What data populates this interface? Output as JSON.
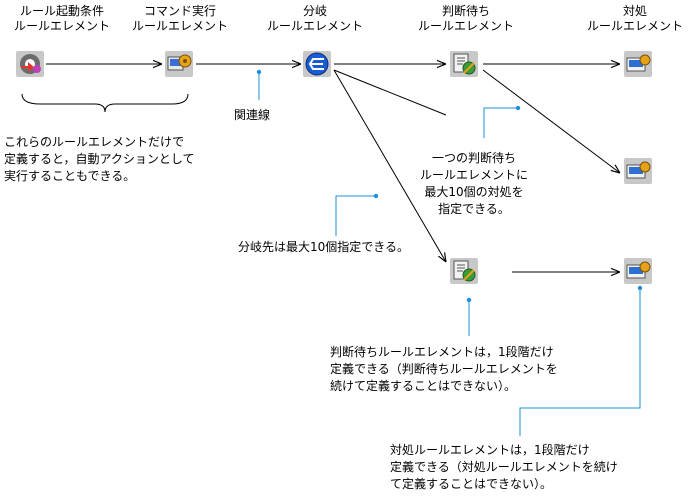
{
  "headers": {
    "start_condition": [
      "ルール起動条件",
      "ルールエレメント"
    ],
    "command": [
      "コマンド実行",
      "ルールエレメント"
    ],
    "branch": [
      "分岐",
      "ルールエレメント"
    ],
    "wait": [
      "判断待ち",
      "ルールエレメント"
    ],
    "action": [
      "対処",
      "ルールエレメント"
    ]
  },
  "labels": {
    "related_line": "関連線",
    "branch_note": "分岐先は最大10個指定できる。"
  },
  "notes": {
    "auto_action": [
      "これらのルールエレメントだけで",
      "定義すると，自動アクションとして",
      "実行することもできる。"
    ],
    "wait_max": [
      "一つの判断待ち",
      "ルールエレメントに",
      "最大10個の対処を",
      "指定できる。"
    ],
    "wait_one_level": [
      "判断待ちルールエレメントは，1段階だけ",
      "定義できる（判断待ちルールエレメントを",
      "続けて定義することはできない）。"
    ],
    "action_one_level": [
      "対処ルールエレメントは，1段階だけ",
      "定義できる（対処ルールエレメントを続け",
      "て定義することはできない）。"
    ]
  },
  "colors": {
    "callout": "#1e8fdc",
    "line": "#000000",
    "icon_bg": "#c8c8c8"
  },
  "icons": [
    "start-condition-icon",
    "command-icon",
    "branch-icon",
    "wait-icon",
    "action-icon"
  ]
}
